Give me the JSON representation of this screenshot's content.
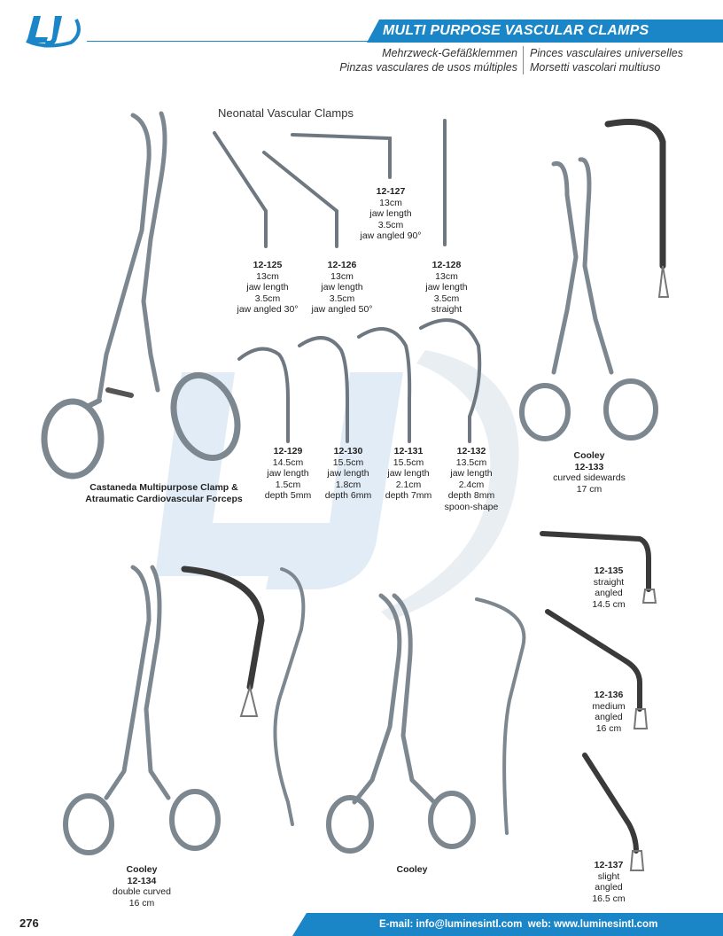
{
  "header": {
    "title": "MULTI PURPOSE VASCULAR CLAMPS",
    "subtitles": {
      "de": "Mehrzweck-Gefäßklemmen",
      "fr": "Pinces vasculaires universelles",
      "es": "Pinzas vasculares de usos múltiples",
      "it": "Morsetti vascolari multiuso"
    }
  },
  "section_title": "Neonatal Vascular Clamps",
  "items": {
    "i125": {
      "code": "12-125",
      "lines": [
        "13cm",
        "jaw length",
        "3.5cm",
        "jaw angled 30°"
      ]
    },
    "i126": {
      "code": "12-126",
      "lines": [
        "13cm",
        "jaw length",
        "3.5cm",
        "jaw angled 50°"
      ]
    },
    "i127": {
      "code": "12-127",
      "lines": [
        "13cm",
        "jaw length",
        "3.5cm",
        "jaw angled 90°"
      ]
    },
    "i128": {
      "code": "12-128",
      "lines": [
        "13cm",
        "jaw length",
        "3.5cm",
        "straight"
      ]
    },
    "i129": {
      "code": "12-129",
      "lines": [
        "14.5cm",
        "jaw length",
        "1.5cm",
        "depth 5mm"
      ]
    },
    "i130": {
      "code": "12-130",
      "lines": [
        "15.5cm",
        "jaw length",
        "1.8cm",
        "depth 6mm"
      ]
    },
    "i131": {
      "code": "12-131",
      "lines": [
        "15.5cm",
        "jaw length",
        "2.1cm",
        "depth 7mm"
      ]
    },
    "i132": {
      "code": "12-132",
      "lines": [
        "13.5cm",
        "jaw length",
        "2.4cm",
        "depth 8mm",
        "spoon-shape"
      ]
    },
    "i133": {
      "name": "Cooley",
      "code": "12-133",
      "lines": [
        "curved sidewards",
        "17 cm"
      ]
    },
    "i134": {
      "name": "Cooley",
      "code": "12-134",
      "lines": [
        "double curved",
        "16 cm"
      ]
    },
    "i135": {
      "code": "12-135",
      "lines": [
        "straight",
        "angled",
        "14.5 cm"
      ]
    },
    "i136": {
      "code": "12-136",
      "lines": [
        "medium",
        "angled",
        "16 cm"
      ]
    },
    "i137": {
      "code": "12-137",
      "lines": [
        "slight",
        "angled",
        "16.5 cm"
      ]
    },
    "castaneda": {
      "lines": [
        "Castaneda Multipurpose Clamp &",
        "Atraumatic Cardiovascular Forceps"
      ]
    },
    "cooley_plain": {
      "name": "Cooley"
    }
  },
  "footer": {
    "page_number": "276",
    "contact": "E-mail: info@luminesintl.com  web: www.luminesintl.com"
  },
  "colors": {
    "brand": "#1a86c8",
    "watermark": "#d8e6f2"
  },
  "icons": {
    "logo": "lj-logo"
  }
}
